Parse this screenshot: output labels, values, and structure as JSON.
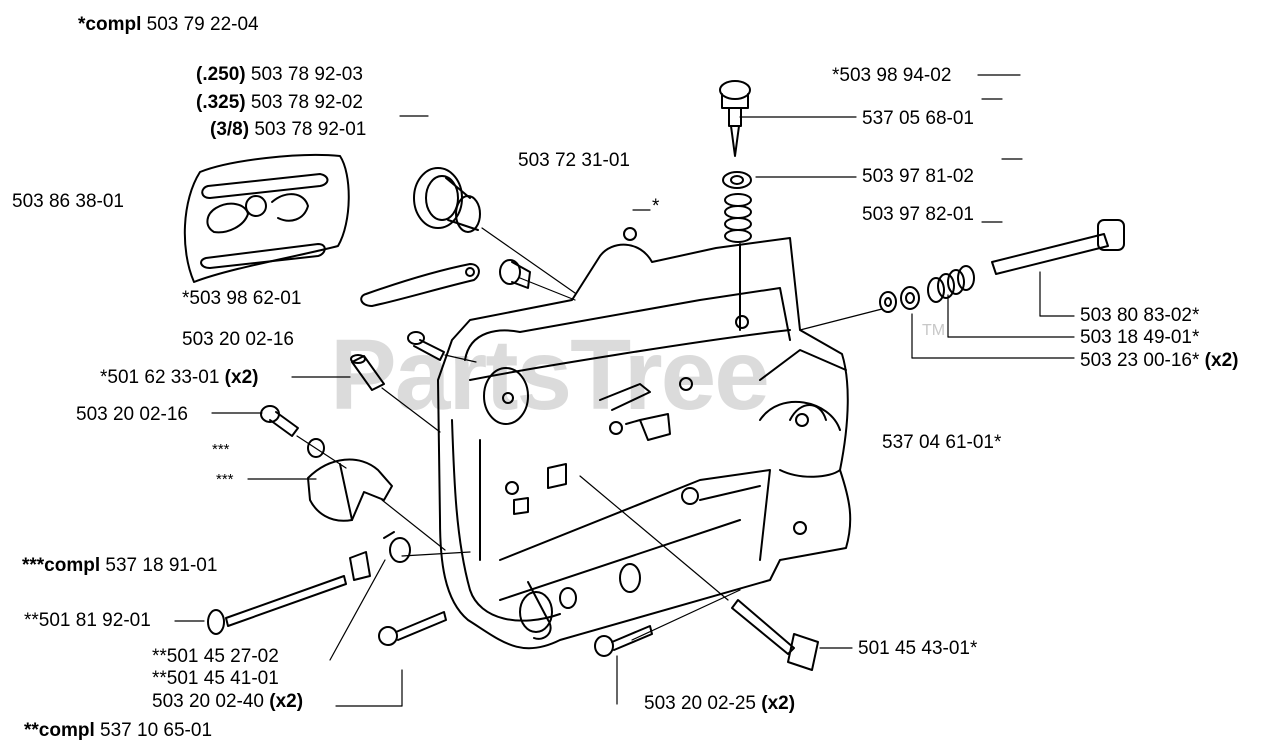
{
  "watermark": {
    "text": "PartsTree",
    "tm": "TM"
  },
  "labels": {
    "compl_top": {
      "prefix": "*compl",
      "num": "503 79 22-04"
    },
    "bar250": {
      "prefix": "(.250)",
      "num": "503 78 92-03"
    },
    "bar325": {
      "prefix": "(.325)",
      "num": "503 78 92-02"
    },
    "bar38": {
      "prefix": "(3/8)",
      "num": "503 78 92-01"
    },
    "plate": "503 86 38-01",
    "plate_b": "*503 98 62-01",
    "p5037231": "503 72 31-01",
    "star": "*",
    "p5039894": "*503 98 94-02",
    "p5370568": "537 05 68-01",
    "p5039781": "503 97 81-02",
    "p5039782": "503 97 82-01",
    "p5038083": "503 80 83-02*",
    "p5031849": "503 18 49-01*",
    "p5032300": {
      "num": "503 23 00-16*",
      "suffix": "(x2)"
    },
    "p5032002a": "503 20 02-16",
    "p5016233": {
      "num": "*501 62 33-01",
      "suffix": "(x2)"
    },
    "p5032002b": "503 20 02-16",
    "stars3a": "***",
    "stars3b": "***",
    "p5370461": "537 04 61-01*",
    "compl3": {
      "prefix": "***compl",
      "num": "537 18 91-01"
    },
    "p5018192": "**501 81 92-01",
    "p5014527": "**501 45 27-02",
    "p5014541": "**501 45 41-01",
    "p5032002_40": {
      "num": "503 20 02-40",
      "suffix": "(x2)"
    },
    "compl2": {
      "prefix": "**compl",
      "num": "537 10 65-01"
    },
    "p5032002_25": {
      "num": "503 20 02-25",
      "suffix": "(x2)"
    },
    "p5014543": "501 45 43-01*"
  }
}
